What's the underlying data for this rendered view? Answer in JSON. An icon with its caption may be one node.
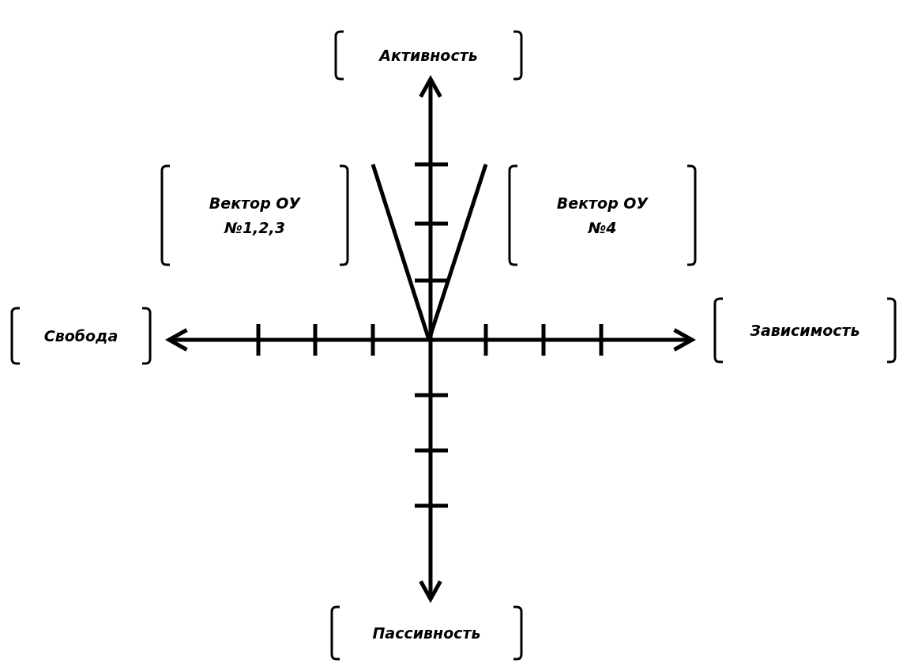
{
  "diagram": {
    "labels": [
      "Активность",
      "Вектор ОУ №1,2,3",
      "Вектор ОУ №4",
      "Свобода",
      "Зависимость",
      "Пассивность"
    ]
  }
}
